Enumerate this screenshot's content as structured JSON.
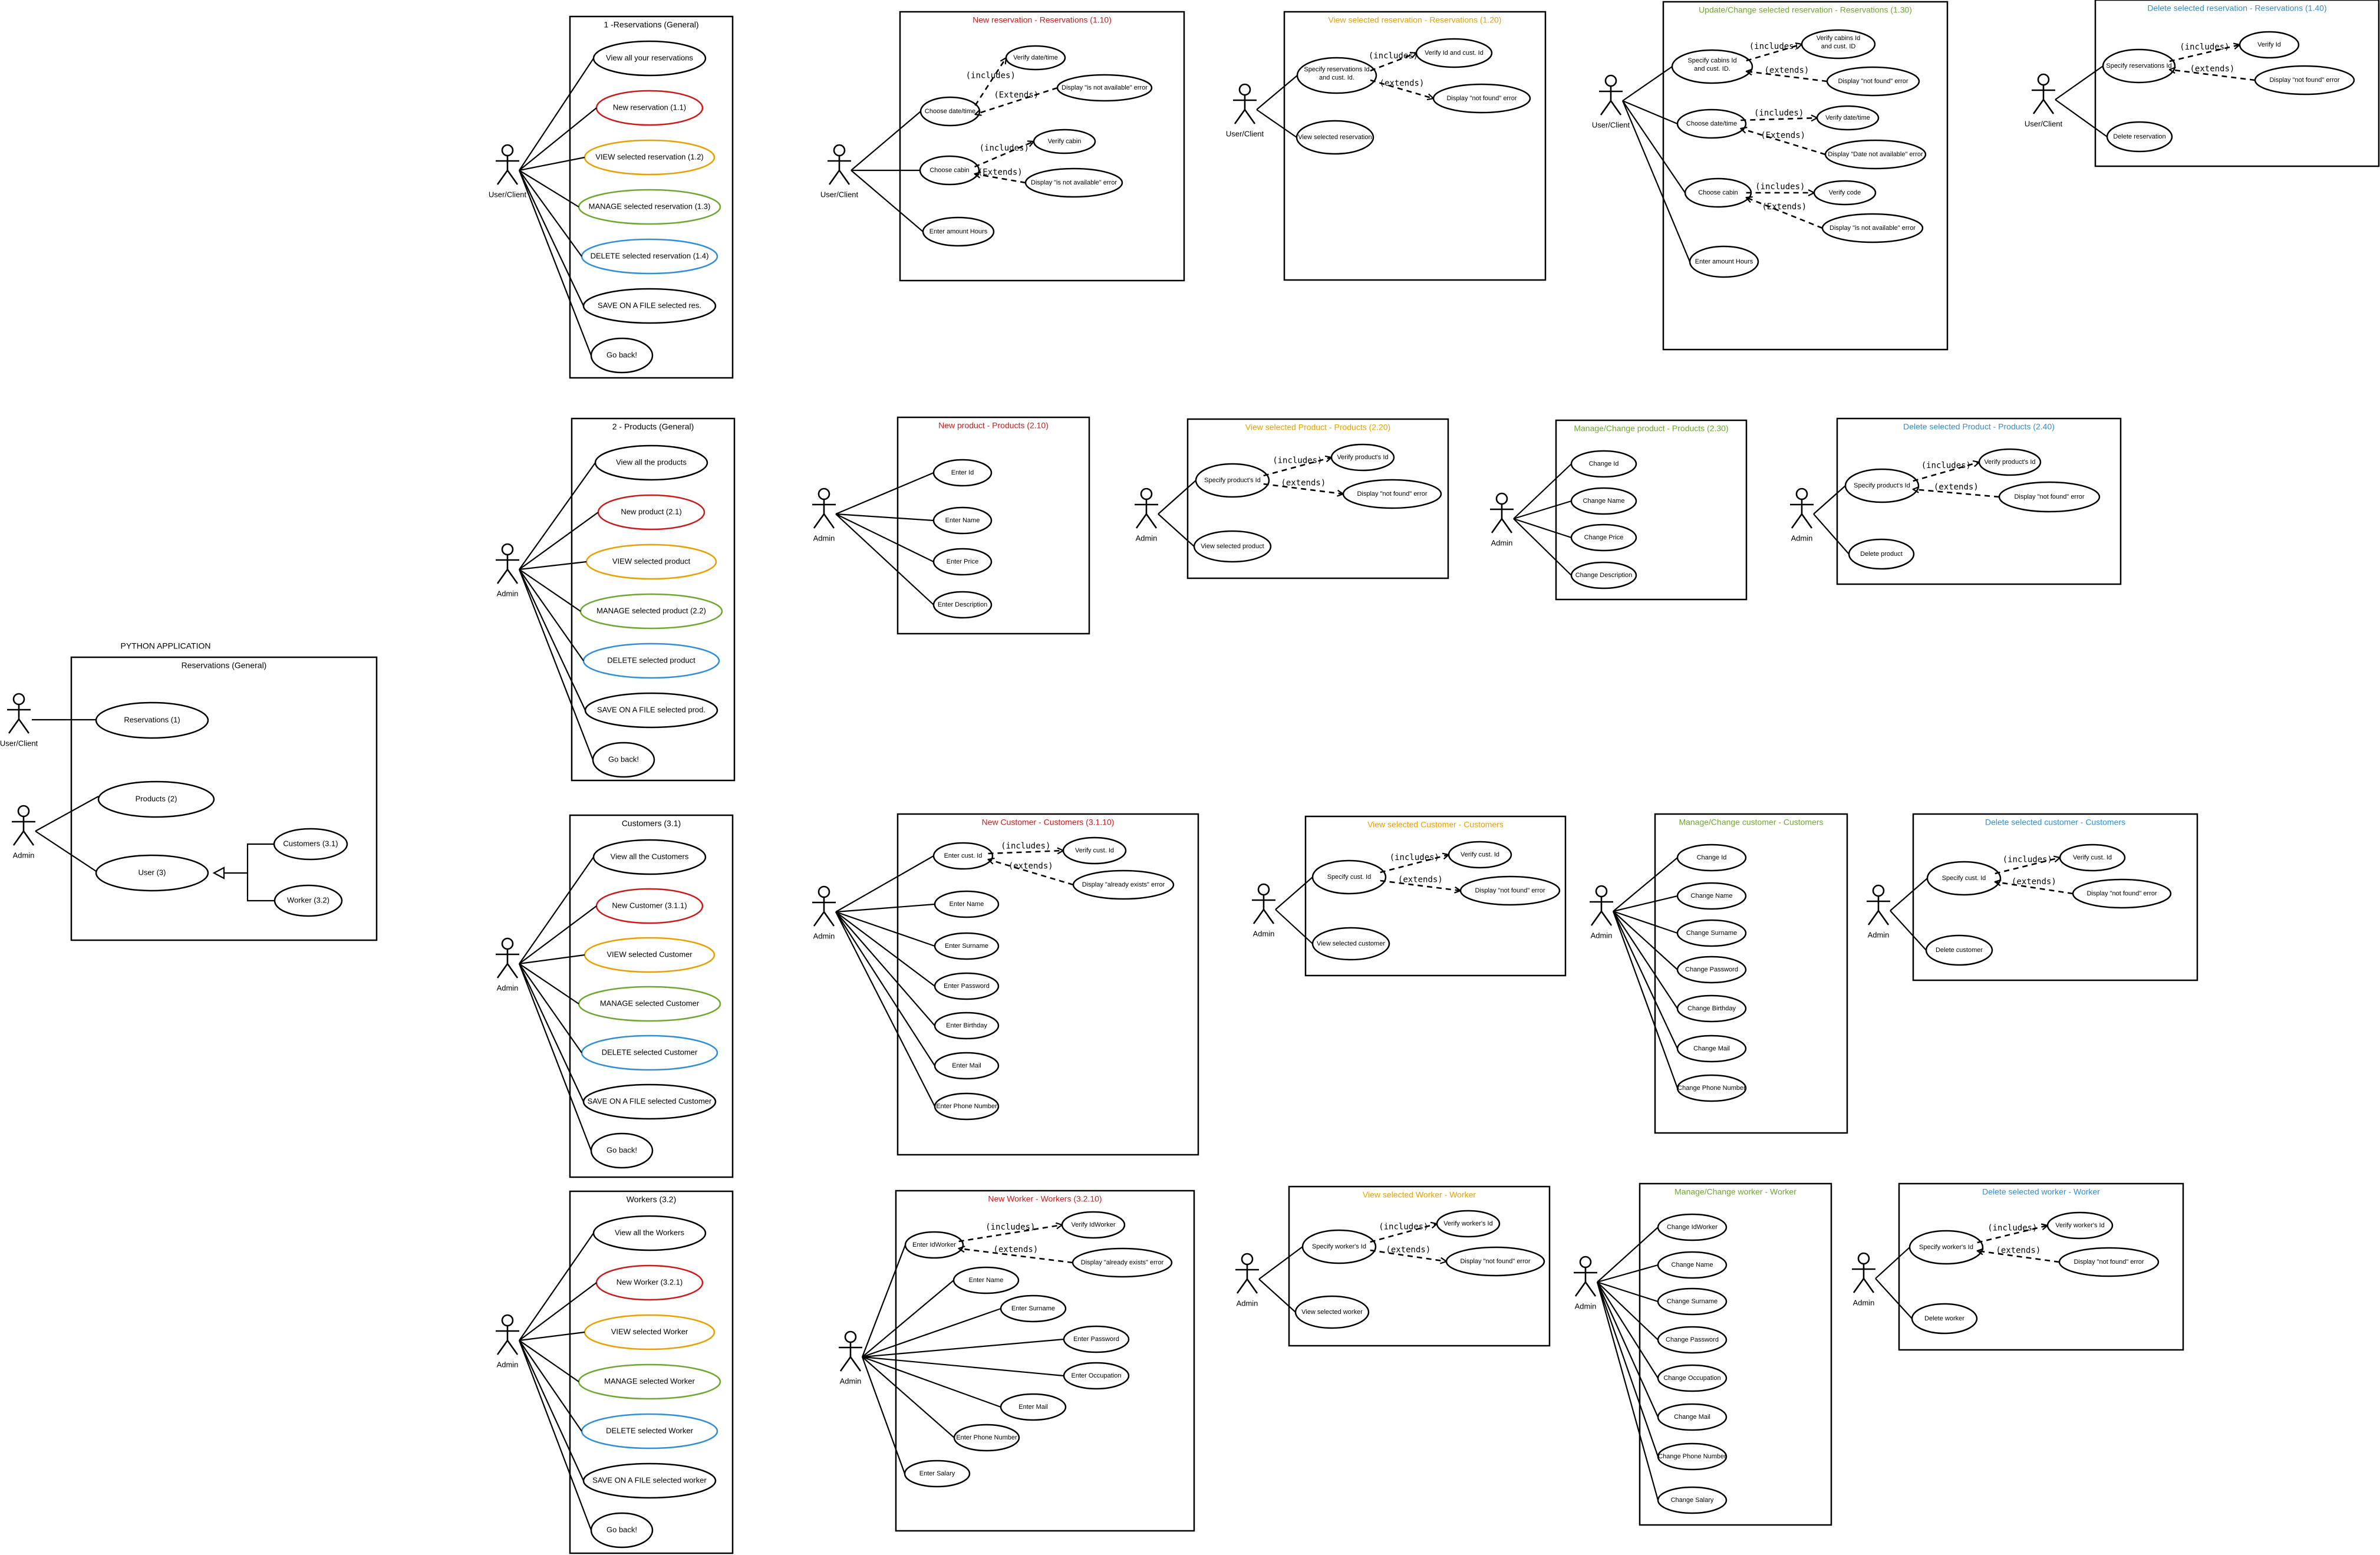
{
  "actors": {
    "user_client": "User/Client",
    "admin": "Admin"
  },
  "stereotypes": {
    "includes": "(includes)",
    "extends": "(extends)",
    "extends_alt": "(Extends)"
  },
  "overview": {
    "app_title": "PYTHON APPLICATION",
    "title": "Reservations (General)",
    "reservations": "Reservations (1)",
    "products": "Products (2)",
    "user": "User (3)",
    "customers": "Customers (3.1)",
    "worker": "Worker (3.2)"
  },
  "menus": {
    "reservations": {
      "title": "1 -Reservations (General)",
      "items": [
        "View all your reservations",
        "New reservation (1.1)",
        "VIEW selected reservation (1.2)",
        "MANAGE selected reservation (1.3)",
        "DELETE selected reservation (1.4)",
        "SAVE ON A FILE selected res.",
        "Go back!"
      ]
    },
    "products": {
      "title": "2 - Products (General)",
      "items": [
        "View all the products",
        "New product (2.1)",
        "VIEW selected product",
        "MANAGE selected product (2.2)",
        "DELETE selected product",
        "SAVE ON A FILE selected prod.",
        "Go back!"
      ]
    },
    "customers": {
      "title": "Customers (3.1)",
      "items": [
        "View all the Customers",
        "New Customer (3.1.1)",
        "VIEW selected Customer",
        "MANAGE selected Customer",
        "DELETE selected Customer",
        "SAVE ON A FILE selected Customer",
        "Go back!"
      ]
    },
    "workers": {
      "title": "Workers (3.2)",
      "items": [
        "View all the Workers",
        "New Worker (3.2.1)",
        "VIEW selected Worker",
        "MANAGE selected Worker",
        "DELETE selected Worker",
        "SAVE ON A FILE selected worker",
        "Go back!"
      ]
    }
  },
  "details": {
    "new_reservation": {
      "title": "New reservation - Reservations (1.10)",
      "date": "Choose date/time",
      "verify_date": "Verify date/time",
      "date_error": "Display \"is not available\" error",
      "cabin": "Choose cabin",
      "verify_cabin": "Verify cabin",
      "cabin_error": "Display \"is not available\" error",
      "hours": "Enter amount Hours"
    },
    "view_reservation": {
      "title": "View selected reservation - Reservations (1.20)",
      "specify": "Specify reservations Id and cust. Id.",
      "verify": "Verify Id and cust. Id",
      "error": "Display \"not found\" error",
      "view": "View selected reservation"
    },
    "update_reservation": {
      "title": "Update/Change selected reservation - Reservations (1.30)",
      "specify": "Specify cabins Id and cust. ID.",
      "verify": "Verify cabins Id and cust. ID",
      "not_found": "Display \"not found\" error",
      "date": "Choose date/time",
      "verify_date": "Verify date/time",
      "date_error": "Display \"Date not available\" error",
      "cabin": "Choose cabin",
      "verify_cabin": "Verify code",
      "cabin_error": "Display \"is not available\" error",
      "hours": "Enter amount Hours"
    },
    "delete_reservation": {
      "title": "Delete selected reservation - Reservations (1.40)",
      "specify": "Specify reservations Id",
      "verify": "Verify Id",
      "error": "Display \"not found\" error",
      "delete": "Delete reservation"
    },
    "new_product": {
      "title": "New product - Products (2.10)",
      "items": [
        "Enter Id",
        "Enter Name",
        "Enter Price",
        "Enter Description"
      ]
    },
    "view_product": {
      "title": "View selected Product - Products (2.20)",
      "specify": "Specify product's Id",
      "verify": "Verify product's Id",
      "error": "Display \"not found\" error",
      "view": "View selected product"
    },
    "manage_product": {
      "title": "Manage/Change product - Products (2.30)",
      "items": [
        "Change Id",
        "Change Name",
        "Change Price",
        "Change Description"
      ]
    },
    "delete_product": {
      "title": "Delete selected Product - Products (2.40)",
      "specify": "Specify product's Id",
      "verify": "Verify product's Id",
      "error": "Display \"not found\" error",
      "delete": "Delete product"
    },
    "new_customer": {
      "title": "New Customer - Customers (3.1.10)",
      "cust_id": "Enter cust. Id",
      "verify": "Verify cust. Id",
      "error": "Display \"already exists\" error",
      "items": [
        "Enter Name",
        "Enter Surname",
        "Enter Password",
        "Enter Birthday",
        "Enter Mail",
        "Enter Phone Number"
      ]
    },
    "view_customer": {
      "title": "View selected Customer - Customers",
      "specify": "Specify cust. Id",
      "verify": "Verify cust. Id",
      "error": "Display \"not found\" error",
      "view": "View selected customer"
    },
    "manage_customer": {
      "title": "Manage/Change customer - Customers",
      "items": [
        "Change Id",
        "Change Name",
        "Change Surname",
        "Change Password",
        "Change Birthday",
        "Change Mail",
        "Change Phone Number"
      ]
    },
    "delete_customer": {
      "title": "Delete selected customer - Customers",
      "specify": "Specify cust. Id",
      "verify": "Verify cust. Id",
      "error": "Display \"not found\" error",
      "delete": "Delete customer"
    },
    "new_worker": {
      "title": "New Worker - Workers (3.2.10)",
      "worker_id": "Enter IdWorker",
      "verify": "Verify IdWorker",
      "error": "Display \"already exists\" error",
      "items": [
        "Enter Name",
        "Enter Surname",
        "Enter Password",
        "Enter Occupation",
        "Enter Mail",
        "Enter Phone Number",
        "Enter Salary"
      ]
    },
    "view_worker": {
      "title": "View selected Worker - Worker",
      "specify": "Specify worker's Id",
      "verify": "Verify worker's Id",
      "error": "Display \"not found\" error",
      "view": "View selected worker"
    },
    "manage_worker": {
      "title": "Manage/Change worker - Worker",
      "items": [
        "Change IdWorker",
        "Change Name",
        "Change Surname",
        "Change Password",
        "Change Occupation",
        "Change Mail",
        "Change Phone Number",
        "Change Salary"
      ]
    },
    "delete_worker": {
      "title": "Delete selected worker - Worker",
      "specify": "Specify worker's Id",
      "verify": "Verify worker's Id",
      "error": "Display \"not found\" error",
      "delete": "Delete worker"
    }
  },
  "colors": {
    "new": "#d01818",
    "view": "#eaa000",
    "manage": "#6ea832",
    "delete": "#2f8fd8"
  }
}
